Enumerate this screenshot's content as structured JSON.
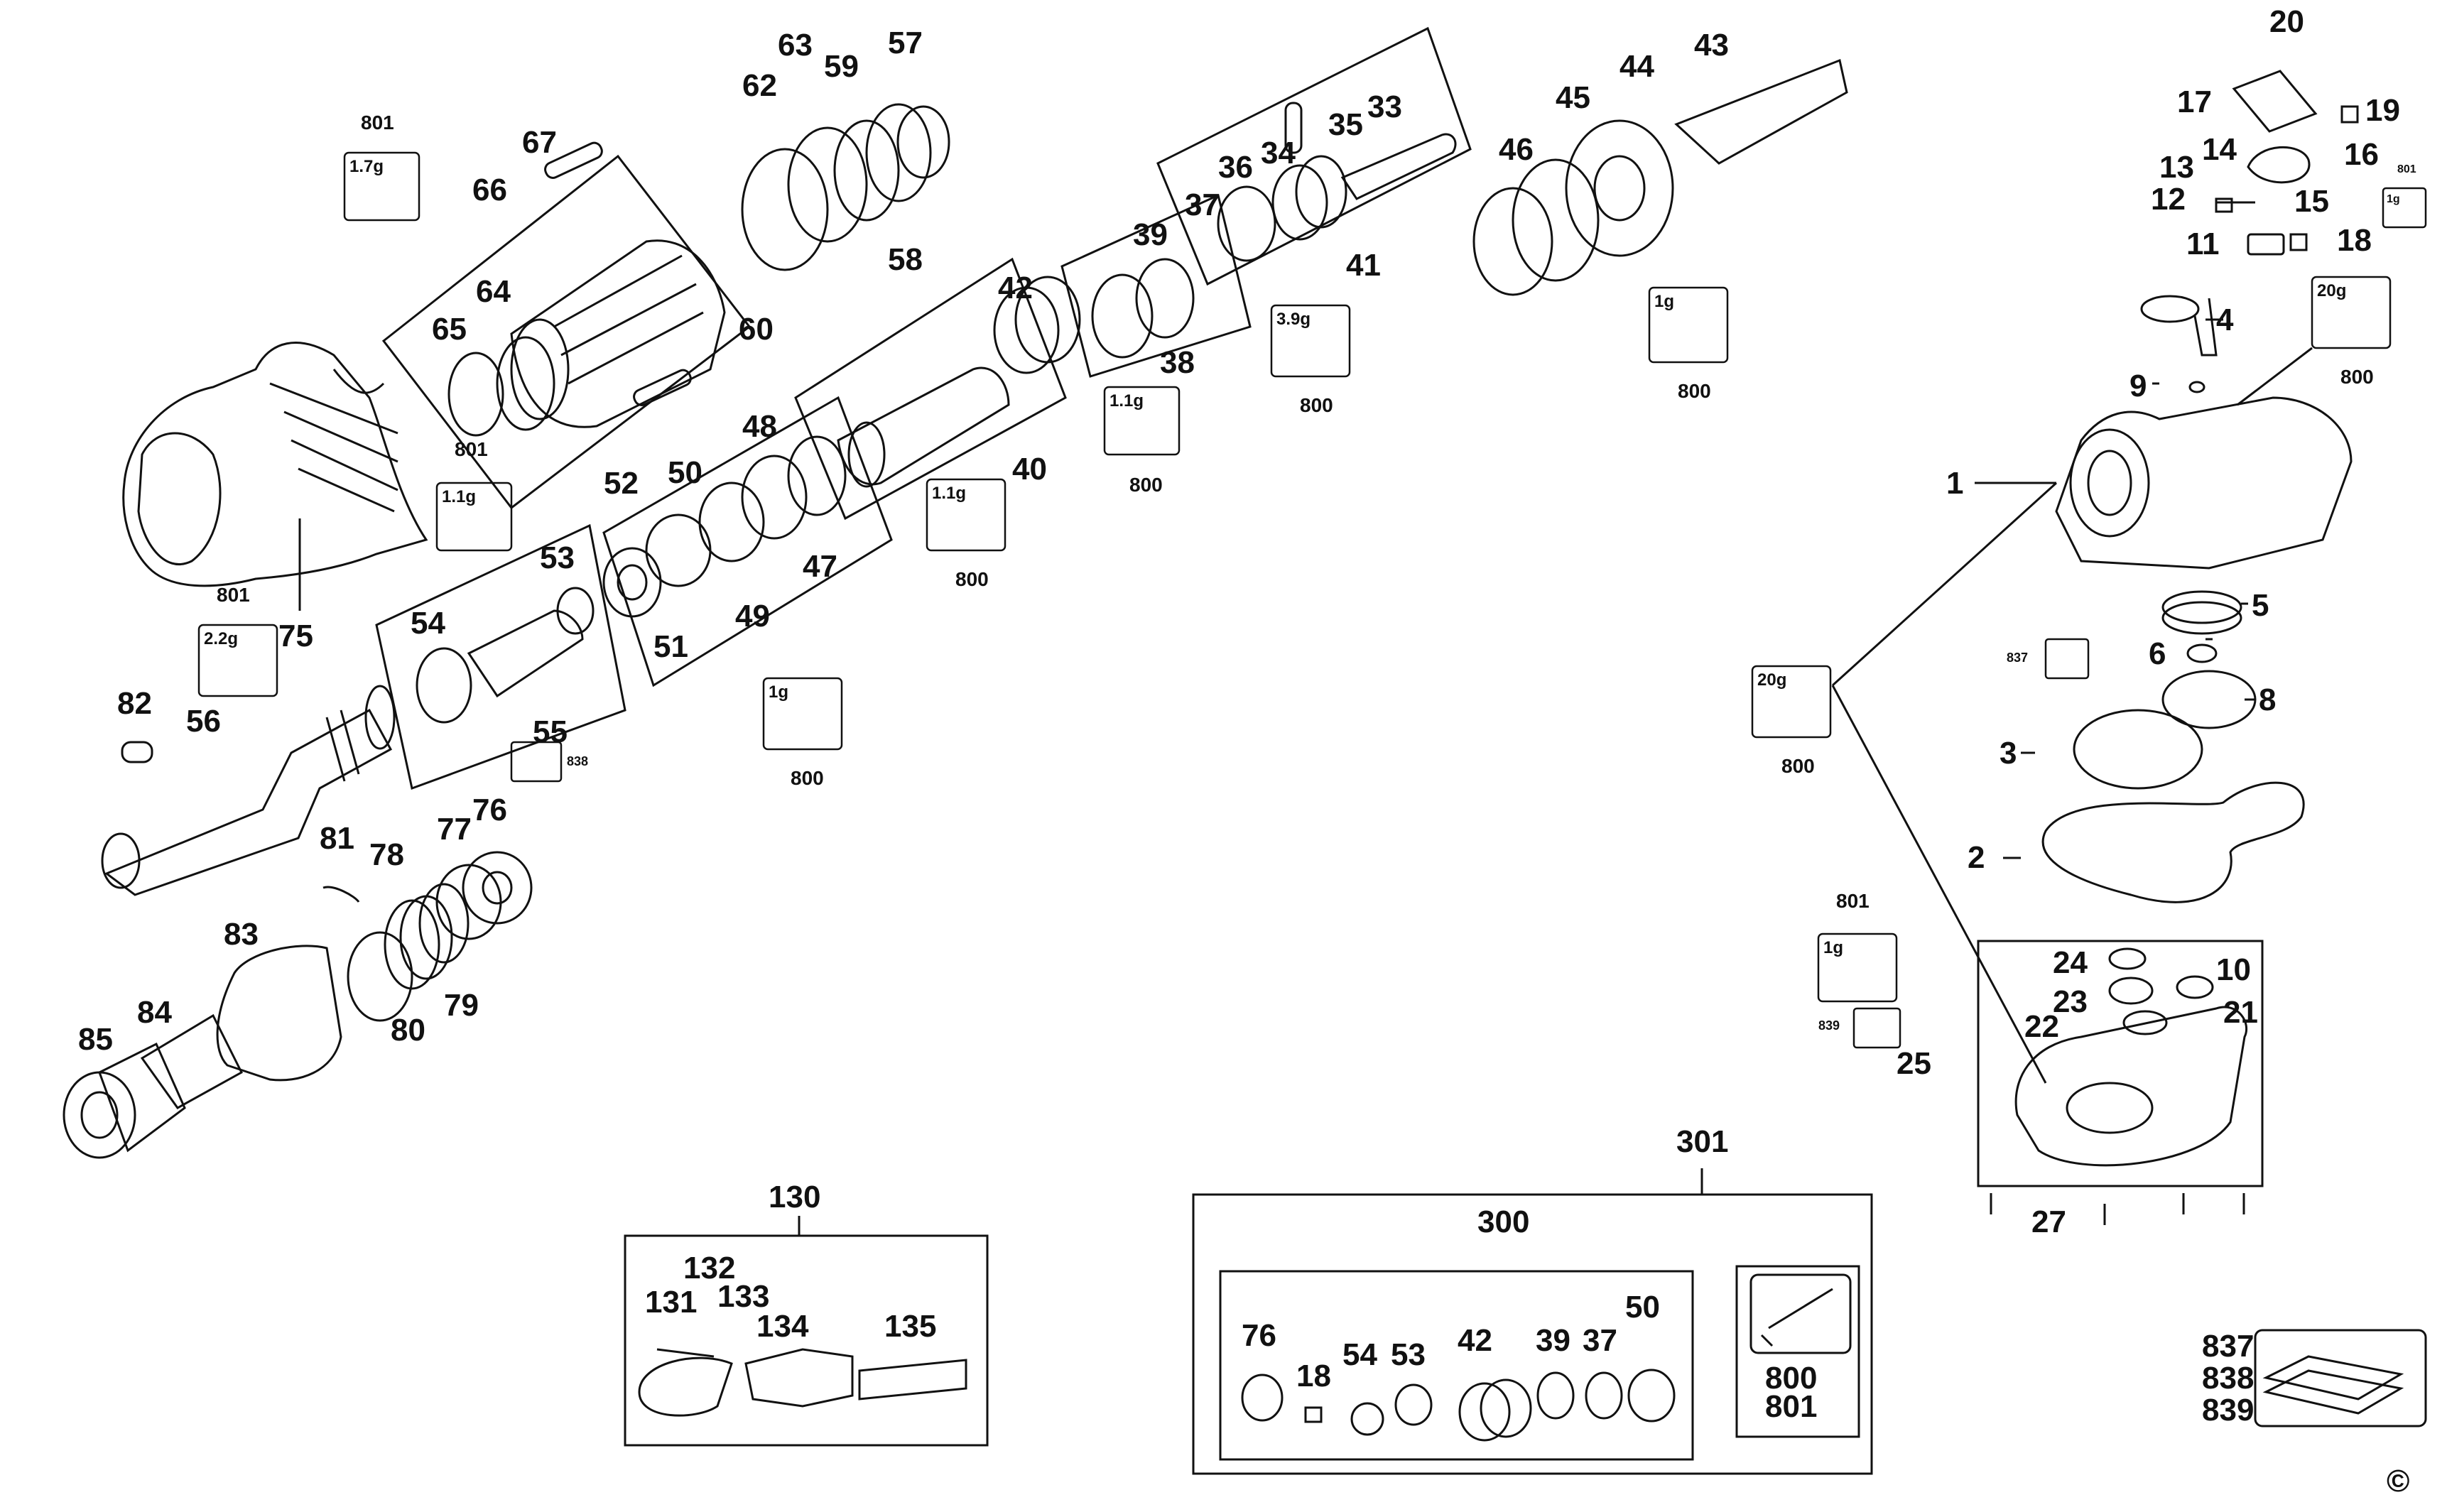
{
  "diagram": {
    "copyright": "©",
    "parts": [
      "1",
      "2",
      "3",
      "4",
      "5",
      "6",
      "8",
      "9",
      "10",
      "11",
      "12",
      "13",
      "14",
      "15",
      "16",
      "17",
      "18",
      "19",
      "20",
      "21",
      "22",
      "23",
      "24",
      "25",
      "27",
      "33",
      "34",
      "35",
      "36",
      "37",
      "38",
      "39",
      "40",
      "41",
      "42",
      "43",
      "44",
      "45",
      "46",
      "47",
      "48",
      "49",
      "50",
      "51",
      "52",
      "53",
      "54",
      "55",
      "56",
      "57",
      "58",
      "59",
      "60",
      "62",
      "63",
      "64",
      "65",
      "66",
      "67",
      "75",
      "76",
      "77",
      "78",
      "79",
      "80",
      "81",
      "82",
      "83",
      "84",
      "85",
      "130",
      "131",
      "132",
      "133",
      "134",
      "135",
      "300",
      "301"
    ],
    "kits": {
      "k301": {
        "label": "301",
        "inner": "300",
        "inner_parts": [
          "76",
          "18",
          "54",
          "53",
          "42",
          "39",
          "37",
          "50"
        ],
        "grease_labels": [
          "800",
          "801"
        ]
      },
      "k130": {
        "label": "130",
        "parts": [
          "131",
          "132",
          "133",
          "134",
          "135"
        ]
      },
      "pads": {
        "labels": [
          "837",
          "838",
          "839"
        ]
      }
    },
    "grease_boxes": [
      {
        "amount": "1.7g",
        "ref": "801"
      },
      {
        "amount": "1.1g",
        "ref": "801"
      },
      {
        "amount": "2.2g",
        "ref": "801"
      },
      {
        "amount": "1.1g",
        "ref": "800"
      },
      {
        "amount": "1.1g",
        "ref": "800"
      },
      {
        "amount": "3.9g",
        "ref": "800"
      },
      {
        "amount": "1g",
        "ref": "800"
      },
      {
        "amount": "1g",
        "ref": "800"
      },
      {
        "amount": "20g",
        "ref": "800"
      },
      {
        "amount": "20g",
        "ref": "800"
      },
      {
        "amount": "1g",
        "ref": "801"
      },
      {
        "amount": "1g",
        "ref": "801"
      }
    ],
    "pad_refs": [
      "837",
      "838",
      "839"
    ]
  }
}
